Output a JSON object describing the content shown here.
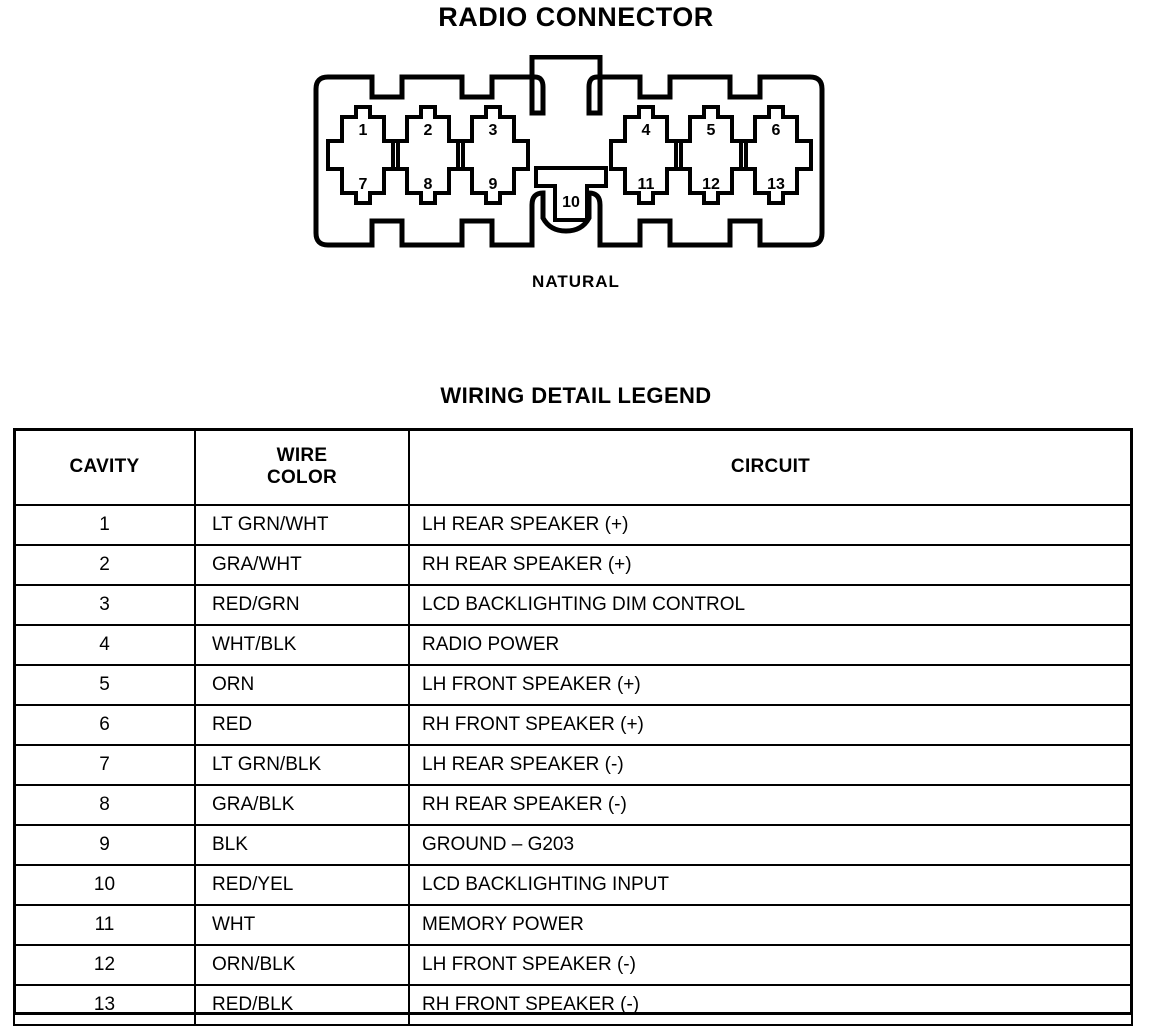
{
  "page": {
    "title": "RADIO CONNECTOR",
    "connector_caption": "NATURAL",
    "legend_title": "WIRING DETAIL LEGEND"
  },
  "connector": {
    "cavities": [
      {
        "id": "1",
        "label": "1"
      },
      {
        "id": "2",
        "label": "2"
      },
      {
        "id": "3",
        "label": "3"
      },
      {
        "id": "4",
        "label": "4"
      },
      {
        "id": "5",
        "label": "5"
      },
      {
        "id": "6",
        "label": "6"
      },
      {
        "id": "7",
        "label": "7"
      },
      {
        "id": "8",
        "label": "8"
      },
      {
        "id": "9",
        "label": "9"
      },
      {
        "id": "10",
        "label": "10"
      },
      {
        "id": "11",
        "label": "11"
      },
      {
        "id": "12",
        "label": "12"
      },
      {
        "id": "13",
        "label": "13"
      }
    ]
  },
  "legend": {
    "headers": {
      "cavity": "CAVITY",
      "wire_color_line1": "WIRE",
      "wire_color_line2": "COLOR",
      "circuit": "CIRCUIT"
    },
    "rows": [
      {
        "cavity": "1",
        "color": "LT GRN/WHT",
        "circuit": "LH REAR SPEAKER (+)"
      },
      {
        "cavity": "2",
        "color": "GRA/WHT",
        "circuit": "RH REAR SPEAKER (+)"
      },
      {
        "cavity": "3",
        "color": "RED/GRN",
        "circuit": "LCD BACKLIGHTING DIM CONTROL"
      },
      {
        "cavity": "4",
        "color": "WHT/BLK",
        "circuit": "RADIO POWER"
      },
      {
        "cavity": "5",
        "color": "ORN",
        "circuit": "LH FRONT SPEAKER (+)"
      },
      {
        "cavity": "6",
        "color": "RED",
        "circuit": "RH FRONT SPEAKER (+)"
      },
      {
        "cavity": "7",
        "color": "LT GRN/BLK",
        "circuit": "LH REAR SPEAKER (-)"
      },
      {
        "cavity": "8",
        "color": "GRA/BLK",
        "circuit": "RH REAR SPEAKER (-)"
      },
      {
        "cavity": "9",
        "color": "BLK",
        "circuit": "GROUND – G203"
      },
      {
        "cavity": "10",
        "color": "RED/YEL",
        "circuit": "LCD BACKLIGHTING INPUT"
      },
      {
        "cavity": "11",
        "color": "WHT",
        "circuit": "MEMORY POWER"
      },
      {
        "cavity": "12",
        "color": "ORN/BLK",
        "circuit": "LH FRONT SPEAKER (-)"
      },
      {
        "cavity": "13",
        "color": "RED/BLK",
        "circuit": "RH FRONT SPEAKER (-)"
      }
    ]
  },
  "colors": {
    "ink": "#000000",
    "paper": "#ffffff"
  }
}
